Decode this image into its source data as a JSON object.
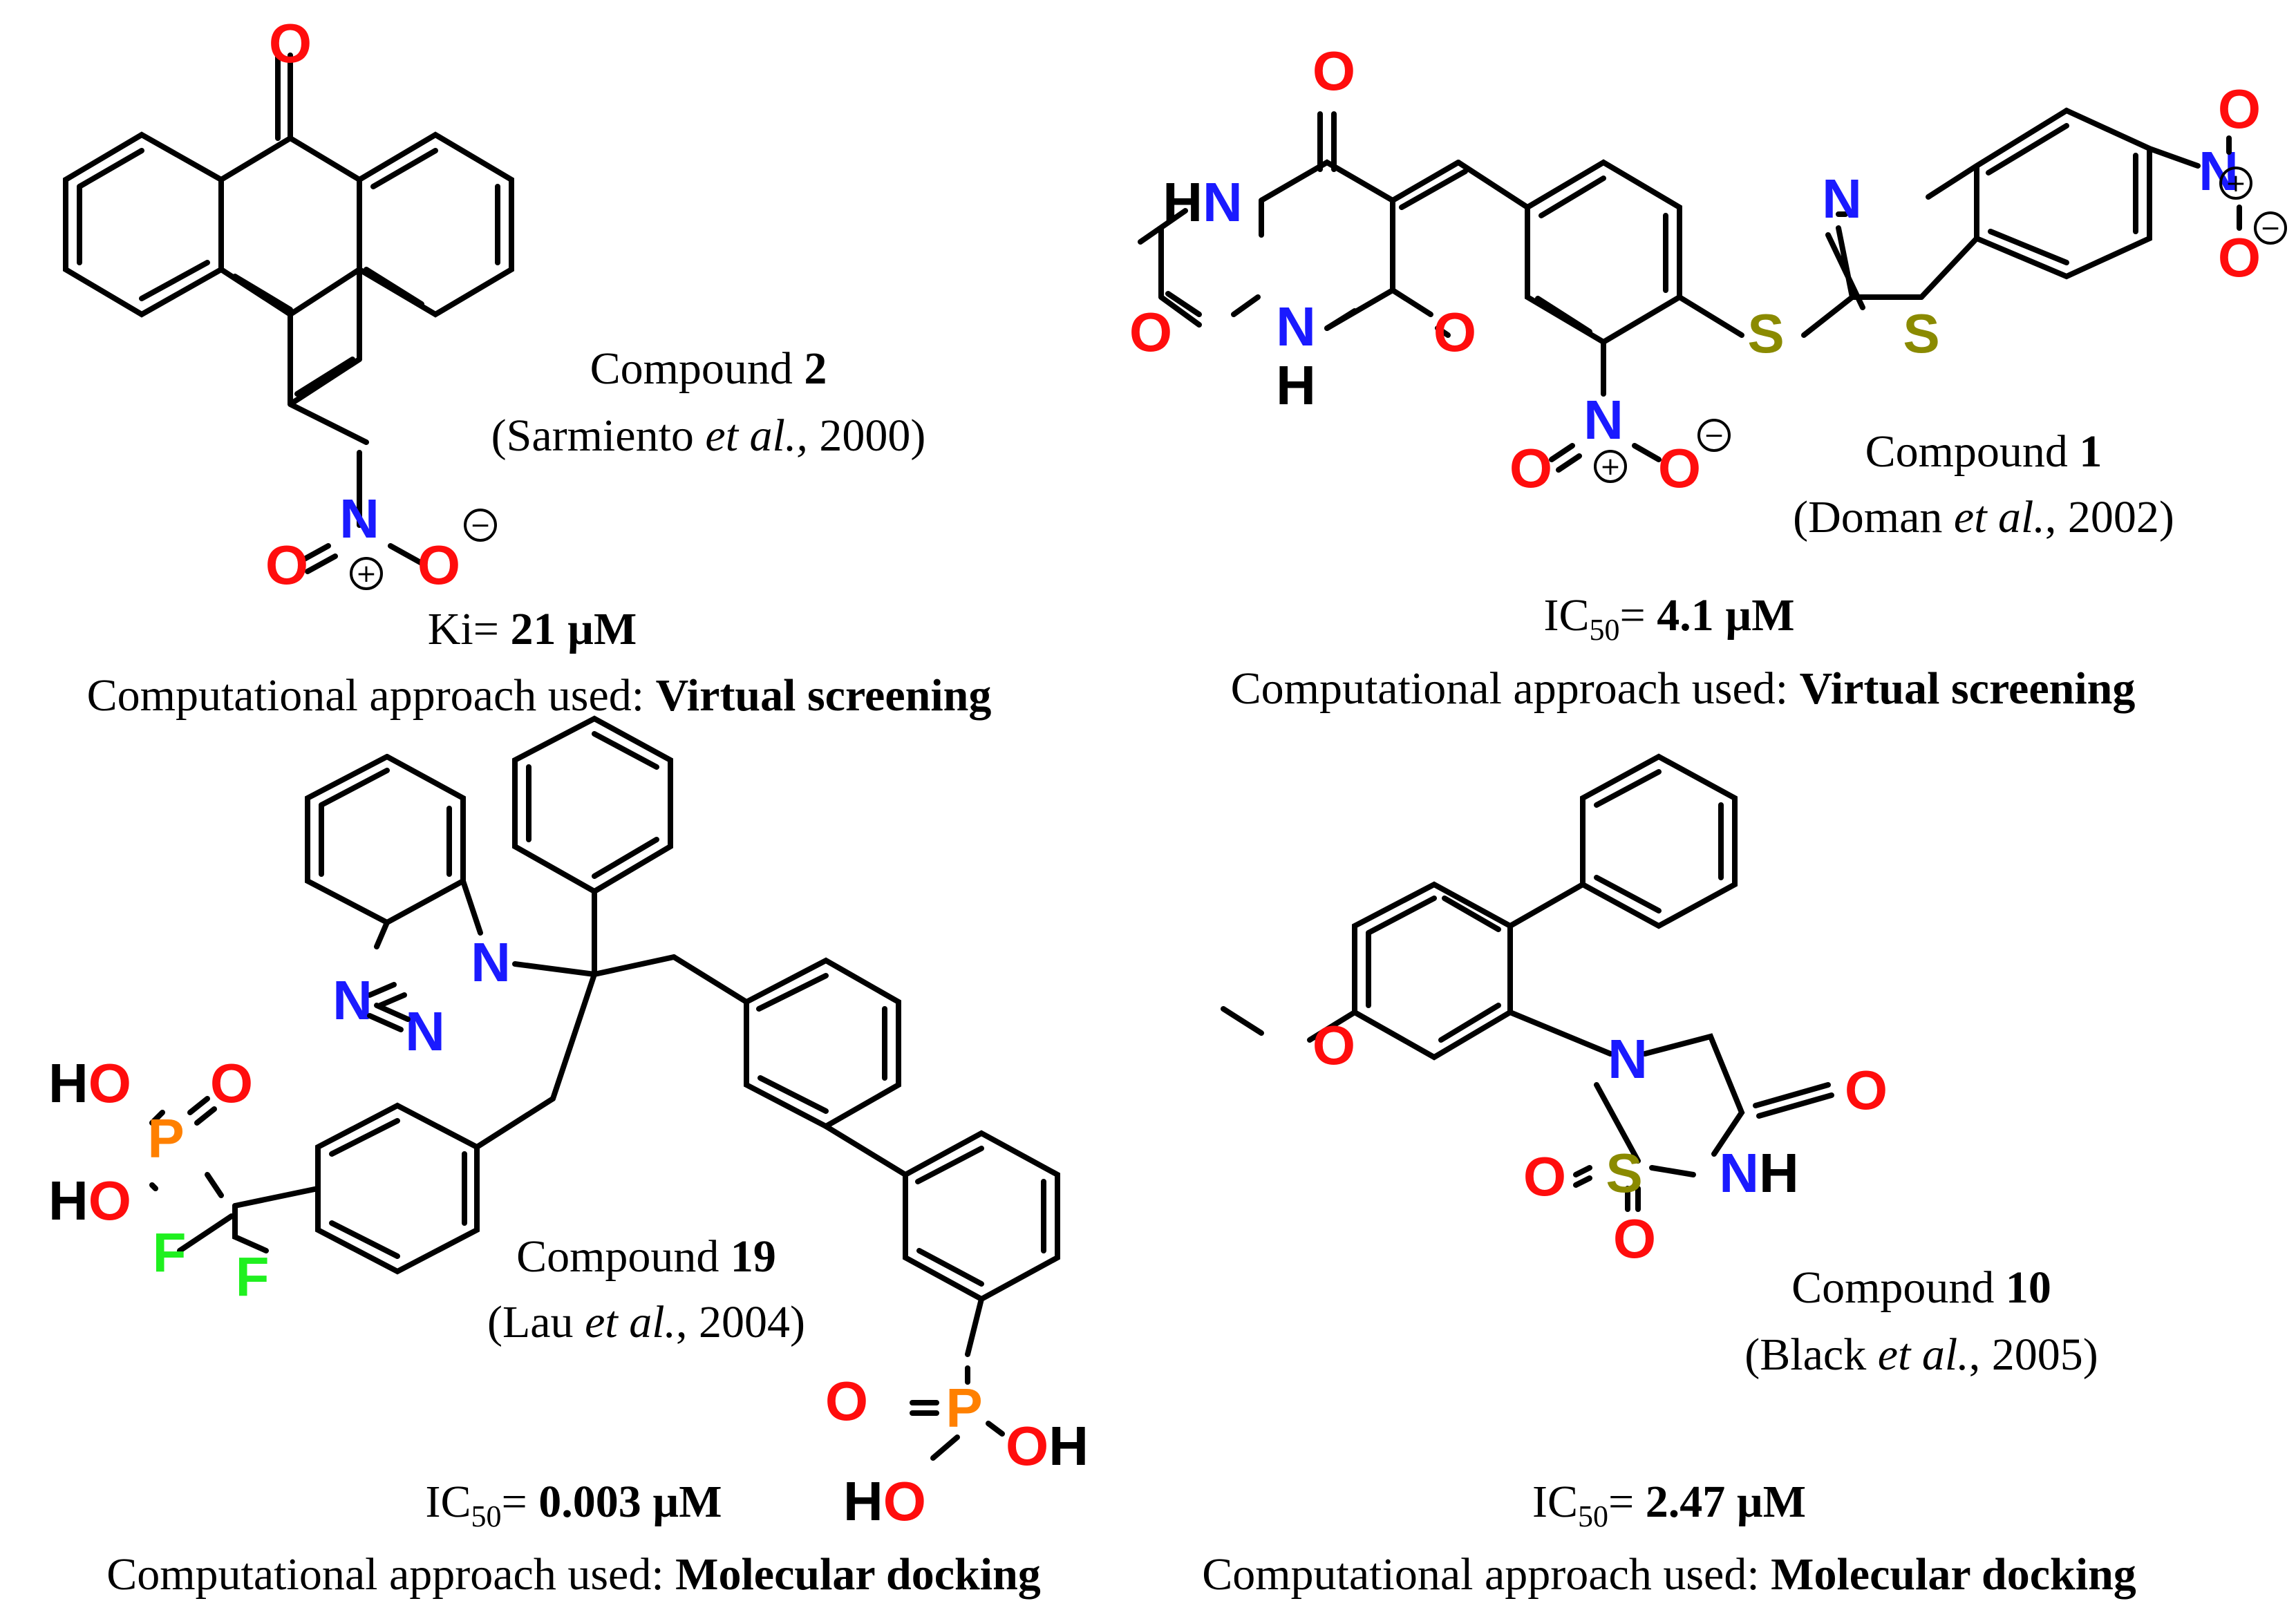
{
  "compounds": {
    "c2": {
      "name_prefix": "Compound ",
      "number": "2",
      "ref_open": "(Sarmiento ",
      "ref_etal": "et al.,",
      "ref_close": " 2000)",
      "activity_label": "Ki= ",
      "activity_value": "21 µM",
      "approach_label": "Computational approach used: ",
      "approach": "Virtual screening"
    },
    "c1": {
      "name_prefix": "Compound ",
      "number": "1",
      "ref_open": "(Doman ",
      "ref_etal": "et al.",
      "ref_close": ", 2002)",
      "activity_label": "IC",
      "activity_sub": "50",
      "activity_eq": "= ",
      "activity_value": "4.1 µM",
      "approach_label": "Computational approach used: ",
      "approach": "Virtual screening"
    },
    "c19": {
      "name_prefix": "Compound ",
      "number": "19",
      "ref_open": "(Lau ",
      "ref_etal": "et al.",
      "ref_close": ", 2004)",
      "activity_label": "IC",
      "activity_sub": "50",
      "activity_eq": "= ",
      "activity_value": "0.003 µM",
      "approach_label": "Computational approach used: ",
      "approach": "Molecular docking"
    },
    "c10": {
      "name_prefix": "Compound ",
      "number": "10",
      "ref_open": "(Black ",
      "ref_etal": "et al.",
      "ref_close": ", 2005)",
      "activity_label": "IC",
      "activity_sub": "50",
      "activity_eq": "= ",
      "activity_value": "2.47 µM",
      "approach_label": "Computational approach used: ",
      "approach": "Molecular docking"
    }
  },
  "atoms": {
    "O": "O",
    "N": "N",
    "S": "S",
    "P": "P",
    "F": "F",
    "H": "H",
    "HN": "HN",
    "HO": "HO",
    "OH": "OH",
    "NH": "NH",
    "plus": "+",
    "minus": "−"
  },
  "colors": {
    "oxygen": "#ff0d0d",
    "nitrogen": "#1a1aff",
    "sulfur": "#8a8a00",
    "phosphorus": "#ff8000",
    "fluorine": "#1ff01f",
    "carbon_hydrogen": "#000000"
  }
}
